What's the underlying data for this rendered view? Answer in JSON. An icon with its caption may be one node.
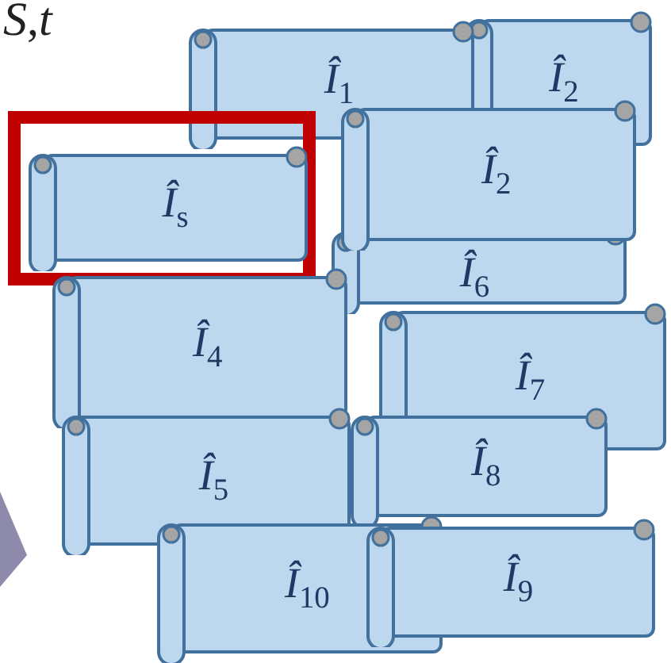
{
  "diagram": {
    "nodes": [
      {
        "text": [
          "*Î*$_{1}$"
        ]
      },
      {
        "text": [
          "*Î*$_{2}$"
        ]
      },
      {
        "text": [],
        "shape": "box"
      },
      {
        "text": [
          "*Î*$_{s}$"
        ],
        "in": 2
      },
      {
        "text": [
          "*Î*$_{2}$"
        ]
      },
      {
        "text": [
          "*Î*$_{6}$"
        ]
      },
      {
        "text": [
          "*Î*$_{4}$"
        ]
      },
      {
        "text": [
          "*Î*$_{7}$"
        ]
      },
      {
        "text": [
          "*Î*$_{5}$"
        ]
      },
      {
        "text": [
          "*Î*$_{8}$"
        ]
      },
      {
        "text": [
          "*Î*$_{10}$"
        ]
      },
      {
        "text": [
          "*Î*$_{9}$"
        ]
      }
    ],
    "edges": [],
    "labels": [
      "*S*,*t*"
    ]
  }
}
